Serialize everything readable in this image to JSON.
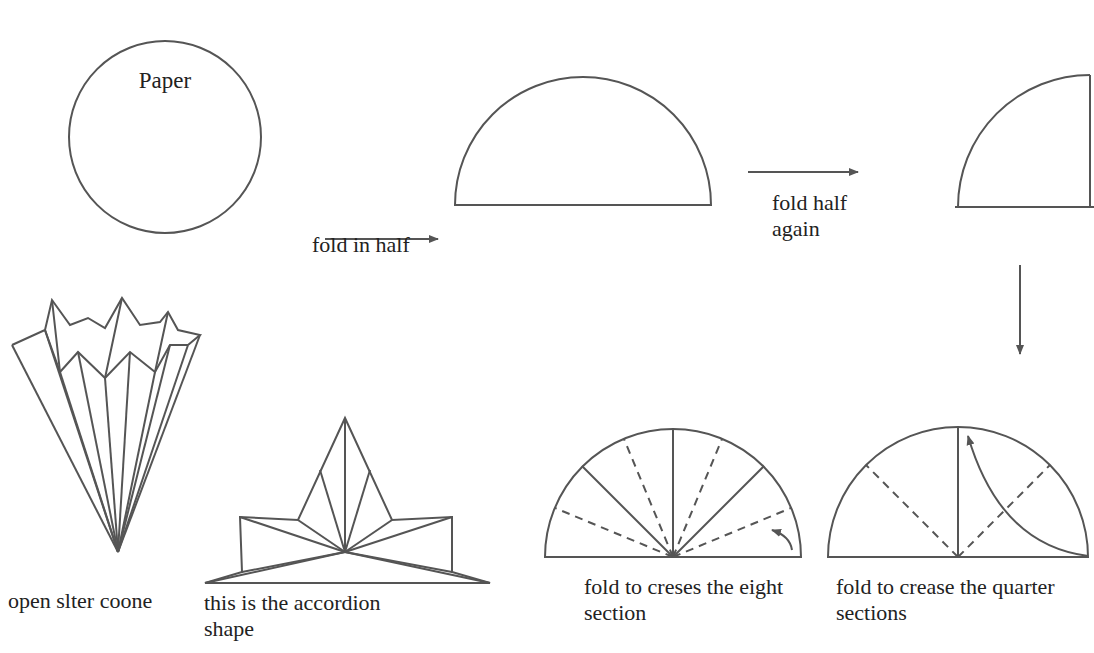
{
  "diagram": {
    "nodes": [
      {
        "text": [
          "Paper"
        ]
      }
    ],
    "labels": [
      "fold in half",
      "fold half again",
      "open slter coone",
      "this is the accordion shape",
      "fold to creses the eight section",
      "fold to crease the quarter sections"
    ]
  }
}
